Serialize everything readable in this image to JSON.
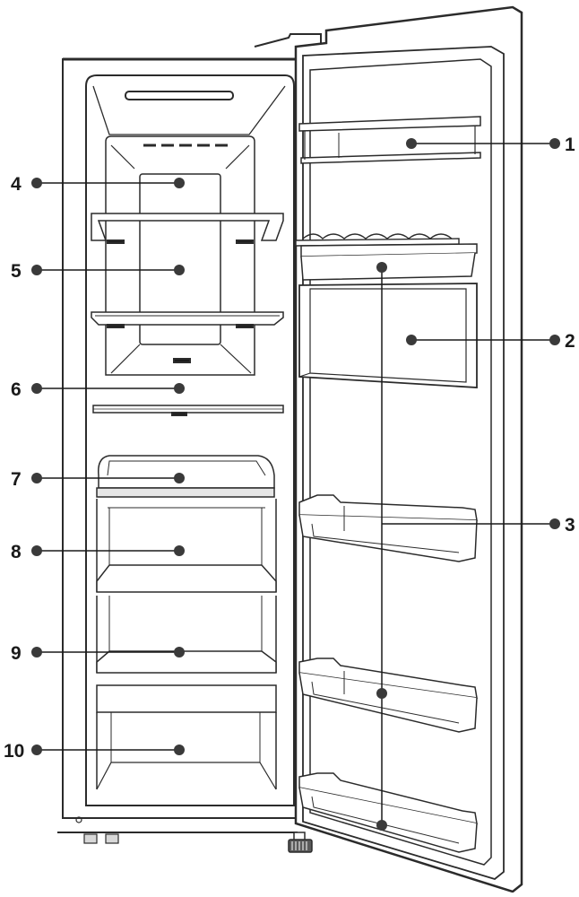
{
  "callouts": [
    {
      "number": "1",
      "part": "door shelf"
    },
    {
      "number": "2",
      "part": "door compartment"
    },
    {
      "number": "3",
      "part": "door bins"
    },
    {
      "number": "4",
      "part": "freezer compartment upper area"
    },
    {
      "number": "5",
      "part": "freezer shelf area"
    },
    {
      "number": "6",
      "part": "freezer shelf"
    },
    {
      "number": "7",
      "part": "freezer drawer"
    },
    {
      "number": "8",
      "part": "freezer drawer"
    },
    {
      "number": "9",
      "part": "freezer drawer"
    },
    {
      "number": "10",
      "part": "freezer drawer"
    }
  ],
  "colors": {
    "line": "#1a1a1a",
    "outline": "#2b2b2b",
    "interior": "#ffffff",
    "panel": "#f4f4f4",
    "dot": "#3a3a3a"
  }
}
